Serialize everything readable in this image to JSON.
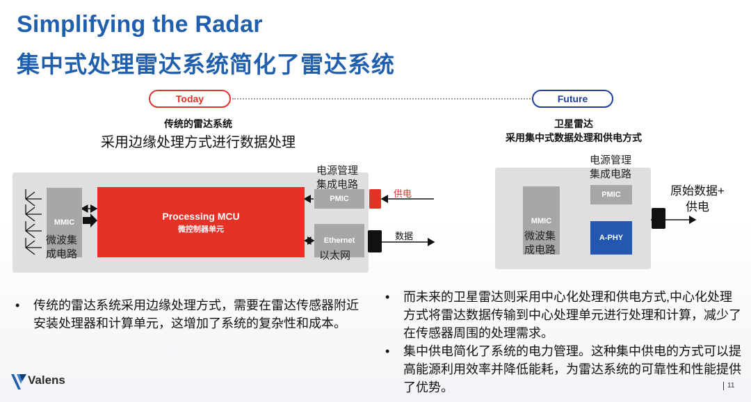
{
  "title": {
    "english": "Simplifying the Radar",
    "chinese": "集中式处理雷达系统简化了雷达系统"
  },
  "today": {
    "pill": "Today",
    "heading_bold": "传统的雷达系统",
    "heading": "采用边缘处理方式进行数据处理",
    "mmic": "MMIC",
    "mmic_caption": "微波集成电路",
    "mcu_title": "Processing MCU",
    "mcu_subtitle": "微控制器单元",
    "pmic_caption": "电源管理集成电路",
    "pmic": "PMIC",
    "ethernet": "Ethernet",
    "ethernet_caption": "以太网",
    "power_label": "供电",
    "data_label": "数据"
  },
  "future": {
    "pill": "Future",
    "heading_line1": "卫星雷达",
    "heading_line2": "采用集中式数据处理和供电方式",
    "pmic_caption": "电源管理集成电路",
    "pmic": "PMIC",
    "mmic": "MMIC",
    "mmic_caption": "微波集成电路",
    "aphy": "A-PHY",
    "output_label": "原始数据+ 供电"
  },
  "bullets_left": [
    "传统的雷达系统采用边缘处理方式，需要在雷达传感器附近安装处理器和计算单元，这增加了系统的复杂性和成本。"
  ],
  "bullets_right": [
    "而未来的卫星雷达则采用中心化处理和供电方式,中心化处理方式将雷达数据传输到中心处理单元进行处理和计算，减少了在传感器周围的处理需求。",
    "集中供电简化了系统的电力管理。这种集中供电的方式可以提高能源利用效率并降低能耗，为雷达系统的可靠性和性能提供了优势。"
  ],
  "footer": {
    "logo": "Valens",
    "page_number": "11"
  },
  "colors": {
    "title_blue": "#1f5fae",
    "today_red": "#e0322b",
    "future_navy": "#1f3f9a",
    "mcu_red": "#e63127",
    "aphy_blue": "#2357b0",
    "block_gray": "#a7a7aa",
    "panel_gray": "#dfdfe2"
  }
}
